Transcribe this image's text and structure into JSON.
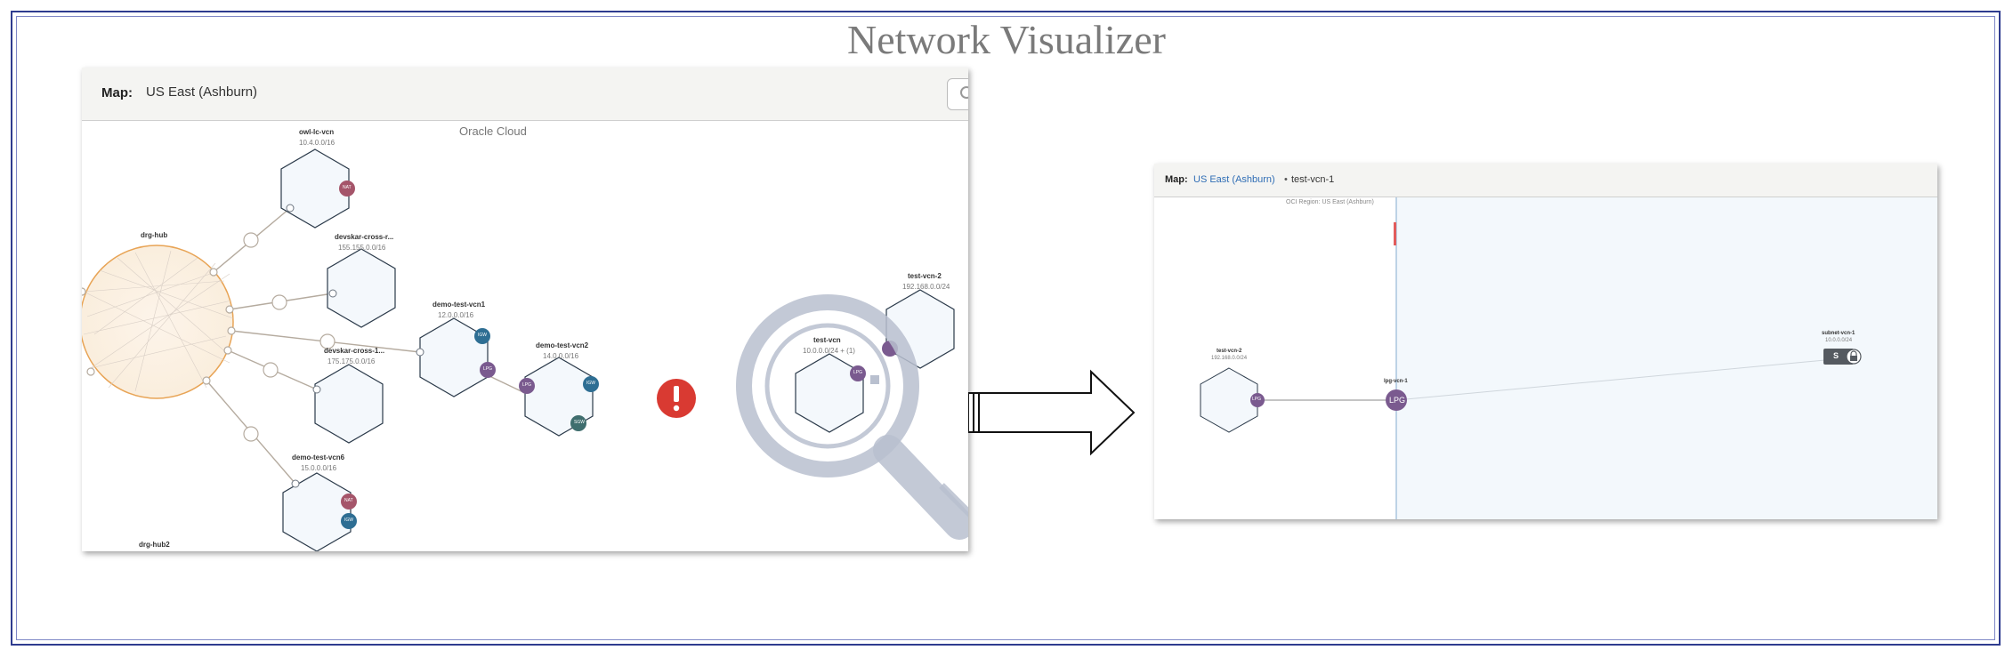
{
  "title": "Network Visualizer",
  "left_panel": {
    "map_label": "Map:",
    "map_value": "US East (Ashburn)",
    "cloud_label": "Oracle Cloud",
    "hub": {
      "name": "drg-hub"
    },
    "hub2": {
      "name": "drg-hub2"
    },
    "nodes": [
      {
        "name": "owl-lc-vcn",
        "cidr": "10.4.0.0/16"
      },
      {
        "name": "devskar-cross-r...",
        "cidr": "155.155.0.0/16"
      },
      {
        "name": "devskar-cross-1...",
        "cidr": "175.175.0.0/16"
      },
      {
        "name": "demo-test-vcn1",
        "cidr": "12.0.0.0/16"
      },
      {
        "name": "demo-test-vcn2",
        "cidr": "14.0.0.0/16"
      },
      {
        "name": "demo-test-vcn6",
        "cidr": "15.0.0.0/16"
      },
      {
        "name": "test-vcn",
        "cidr": "10.0.0.0/24 + (1)"
      },
      {
        "name": "test-vcn-2",
        "cidr": "192.168.0.0/24"
      }
    ],
    "badges": {
      "nat": "NAT",
      "igw": "IGW",
      "lpg": "LPG",
      "sgw": "SGW"
    },
    "alert_glyph": "!"
  },
  "right_panel": {
    "map_label": "Map:",
    "map_link": "US East (Ashburn)",
    "breadcrumb_sep": "•",
    "breadcrumb_item": "test-vcn-1",
    "region_label": "OCI Region: US East (Ashburn)",
    "vcn": {
      "name": "test-vcn-2",
      "cidr": "192.168.0.0/24"
    },
    "lpg_node": {
      "name": "lpg-vcn-1",
      "badge": "LPG"
    },
    "subnet": {
      "name": "subnet-vcn-1",
      "cidr": "10.0.0.0/24",
      "badge": "S"
    }
  },
  "colors": {
    "hub_orange": "#e8a456",
    "hex_fill": "#f4f8fc",
    "nat": "#a5556a",
    "igw": "#2e6e93",
    "lpg": "#7a5a8f",
    "sgw": "#3f6e6e",
    "alert": "#d93a32",
    "right_canvas": "#f3f8fc"
  },
  "icons": [
    "search-icon",
    "alert-icon",
    "magnifier-icon",
    "arrow-right-icon",
    "lock-icon",
    "link-icon"
  ]
}
